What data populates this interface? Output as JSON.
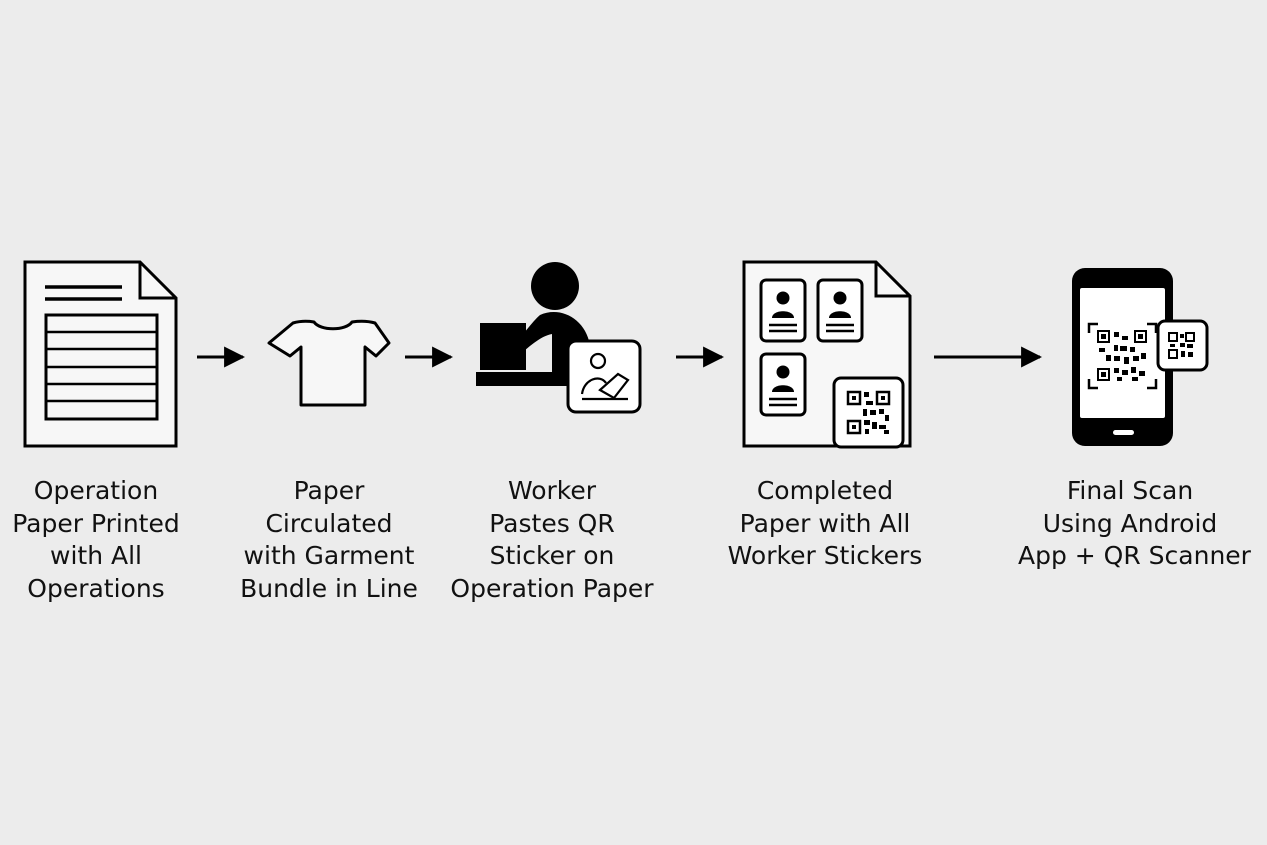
{
  "colors": {
    "background": "#ececec",
    "ink": "#000000",
    "paper": "#f7f7f7"
  },
  "steps": [
    {
      "icon": "document-icon",
      "caption": [
        "Operation",
        "Paper Printed",
        "with All",
        "Operations"
      ]
    },
    {
      "icon": "tshirt-icon",
      "caption": [
        "Paper",
        "Circulated",
        "with Garment",
        "Bundle in Line"
      ]
    },
    {
      "icon": "worker-icon",
      "caption": [
        "Worker",
        "Pastes QR",
        "Sticker on",
        "Operation Paper"
      ]
    },
    {
      "icon": "sticker-sheet-icon",
      "caption": [
        "Completed",
        "Paper with All",
        "Worker Stickers"
      ]
    },
    {
      "icon": "phone-scanner-icon",
      "caption": [
        "Final Scan",
        "Using Android",
        "App + QR Scanner"
      ]
    }
  ],
  "arrows": [
    "arrow-icon",
    "arrow-icon",
    "arrow-icon",
    "arrow-icon"
  ]
}
